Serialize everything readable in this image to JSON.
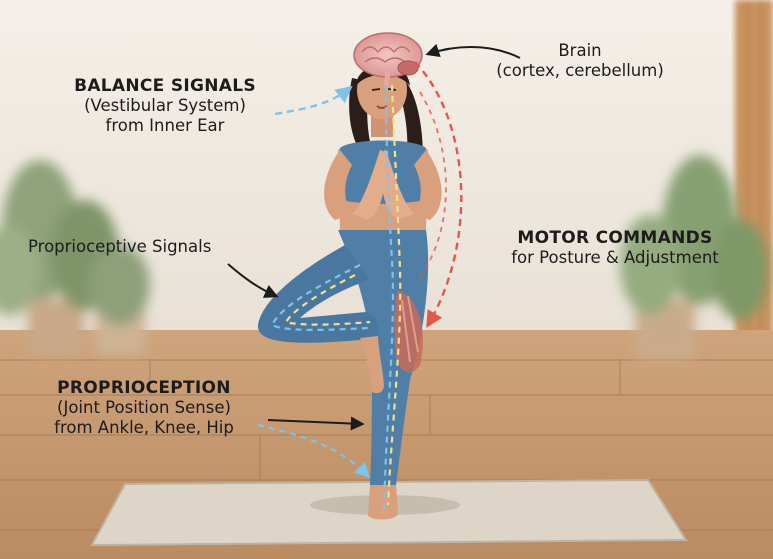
{
  "labels": {
    "balance": {
      "title": "BALANCE SIGNALS",
      "line1": "(Vestibular System)",
      "line2": "from Inner Ear"
    },
    "brain": {
      "title": "Brain",
      "line1": "(cortex, cerebellum)"
    },
    "proprioceptive_signals": {
      "title": "Proprioceptive Signals"
    },
    "motor": {
      "title": "MOTOR COMMANDS",
      "line1": "for Posture & Adjustment"
    },
    "proprioception": {
      "title": "PROPRIOCEPTION",
      "line1": "(Joint Position Sense)",
      "line2": "from Ankle, Knee, Hip"
    }
  },
  "colors": {
    "sensory_path": "#7fc3ea",
    "motor_path": "#e0584a",
    "nerve_path": "#f4e08a",
    "leggings": "#4f7fa6",
    "skin": "#d9a07e",
    "floor": "#c89a72",
    "mat": "#ddd5c8"
  }
}
